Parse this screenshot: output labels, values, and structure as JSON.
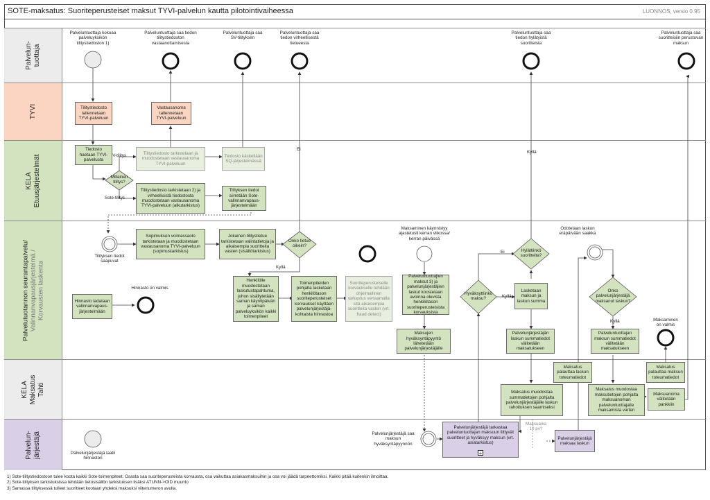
{
  "header": {
    "title": "SOTE-maksatus: Suoriteperusteiset maksut TYVI-palvelun kautta pilotointivaiheessa",
    "version": "LUONNOS, versio 0.95"
  },
  "lanes": {
    "l1": {
      "line1": "Palvelun-",
      "line2": "tuottaja"
    },
    "l2": {
      "line1": "TYVI"
    },
    "l3": {
      "line1": "KELA",
      "line2": "Etuusjärjestelmät"
    },
    "l4": {
      "line1": "Palvelutuotannon seurantapalvelu/",
      "line2": "Valinnanvapausjärjestelmä /",
      "line3": "Korvausten laskenta"
    },
    "l5": {
      "line1": "KELA",
      "line2": "Maksatus",
      "line3": "Tahti"
    },
    "l6": {
      "line1": "Palvelun-",
      "line2": "järjestäjä"
    }
  },
  "events": {
    "e1": "Palveluntuottaja kokoaa palveluyksikön tilitystiedoston 1)",
    "e2": "Palveluntuottaja saa tiedon tilitystiedoston vastaanottamisesta",
    "e3": "Palveluntuottaja saa SV-tilityksen",
    "e4": "Palveluntuottaja saa tiedon virheellisestä tietueesta",
    "e5": "Palveluntuottaja saa tiedon hylätyistä suoritteista",
    "e6": "Palveluntuottaja saa suoritteisiin perustuvan maksun",
    "e7": "Tilityksen tiedot saapuvat",
    "e8": "Hinnasto on valmis",
    "e9": "Maksaminen käynnistyy ajastetusti kerran viikossa/ kerran päivässä",
    "e10": "Odotetaan laskun eräpäivään saakka",
    "e11": "Maksaminen on valmis",
    "e12": "Palvelunjärjestäjä laatii hinnaston",
    "e13": "Palvelunjärjestäjä saa maksun hyväksyntäpyynnön"
  },
  "tasks": {
    "t1": "Tilitystiedosto tallennetaan TYVI-palveluun",
    "t2": "Vastausanoma tallennetaan TYVI-palveluun",
    "t3": "Tiedosto haetaan TYVI-palvelusta",
    "t4": "Tilitystiedosto tarkistetaan ja muodostetaan vastausanoma TYVI-palveluun",
    "t5": "Tiedosto käsitellään SQ-järjestelmässä",
    "t6": "Tilitystiedosto tarkistetaan 2) ja virheellisistä tiedostosta muodostetaan vastausanoma TYVI-palveluun (alkutarkistus)",
    "t7": "Tilityksen tiedot siirretään Sote-valinnanvapaus-järjestelmään",
    "t8": "Sopimuksen voimassaolo tarkistetaan ja muodostetaan vastausanoma TYVI-palveluun (sopimustarkistus)",
    "t9": "Jokainen tilitystietue tarkistetaan valintatietoja ja aikaisempia suoritteita vasten (sisältötarkistus)",
    "t10": "Hinnasto ladataan valinnanvapaus-järjestelmään",
    "t11": "Henkilölle muodostetaan laskutustapahtuma, johon sisällytetään saman käyntipäivän ja saman palveluyksikön kaikki toimenpiteet",
    "t12": "Toimenpiteiden pohjalta lasketaan henkilötason suoriteperusteiset korvaukset käyttäen palvelunjärjestäjä-kohtaista hinnastoa",
    "t13": "Suoriteperusteiselle korvaukselle tehdään ohjelmallinen tarkastus vertaamalla sitä aikaisempia suoritteita vasten (vrt. fraud detect)",
    "t14": "Palveluntuottajien maksut 3) ja palvelunjärjestäjien laskut koostetaan avoinna olevista henkilötason suoriteperusteisista korvauksista",
    "t15": "Maksujen hyväksyntäpyyntö lähetetään palvelunjärjestäjälle",
    "t16": "Lasketaan maksun ja laskun summa",
    "t17": "Palvelunjärjestäjän laskun summatiedot välitetään maksatukseen",
    "t18": "Palveluntuottajan maksun summatiedot välitetään maksatukseen",
    "t19": "Maksatus palauttaa laskun toteumatiedot",
    "t20": "Maksatus palauttaa maksun toteumatiedot",
    "t21": "Maksatus muodostaa summatietojen pohjalta palvelunjärjestäjälle laskun rahoituksen saamiseksi",
    "t22": "Maksatus muodostaa maksutietojen pohjalta maksuanoman palveluntuottajalle maksamista varten",
    "t23": "Maksuanoma välitetään pankkiin",
    "t24": "Palvelunjärjestäjä tarkastaa palveluntuottajan maksuun liittyvät suoritteet ja hyväksyy maksun (vrt. asiatarkistus)",
    "t25": "Palvelunjärjestäjä maksaa laskun"
  },
  "gateways": {
    "g1": "Millainen tilitys?",
    "g2": "Onko tietue oikein?",
    "g3": "Hylättiinkö suoritteita?",
    "g4": "Hyväksyttiinkö maksu?",
    "g5": "Onko palvelunjärjestäjä maksanut laskun?"
  },
  "flow_labels": {
    "sv_tilitys": "SV-tilitys",
    "sote_tilitys": "Sote-tilitys",
    "ei_1": "Ei",
    "kylla_1": "Kyllä",
    "kylla_2": "Kyllä",
    "ei_2": "Ei",
    "kylla_3": "Kyllä",
    "kylla_4": "Kyllä",
    "maksuaika": "Maksuaika 10 pv?"
  },
  "footnotes": [
    "1) Sote-tilitystiedostoon tulee koota kaikki Sote-toimenpiteet. Osasta saa suoriteperusteista korvausta, osa vaikuttaa asiakasmaksuihin ja osa voi jäädä tarpeettomiksi. Kaikki pitää kuitenkin ilmoittaa.",
    "2) Sote-tilityksen tarkistuksissa tehdään tietosisällön tarkistuksen lisäksi ATUNN->OID muunto",
    "3) Samassa tilityksessä tulleet suoritteet kootaan yhdeksi maksuksi viitenumeron avulla."
  ],
  "colors": {
    "orange": "#fbd5c1",
    "green": "#d3e2bf",
    "purple": "#d9d0e8",
    "lane_header": "#efefef"
  }
}
